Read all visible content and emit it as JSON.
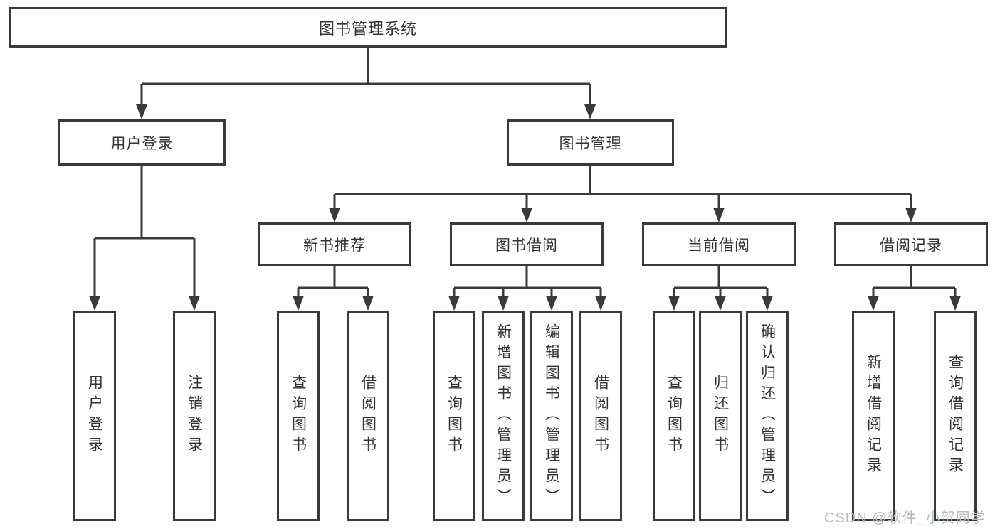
{
  "diagram": {
    "root": {
      "label": "图书管理系统"
    },
    "level2": [
      {
        "label": "用户登录",
        "children": [
          {
            "label": "用户登录"
          },
          {
            "label": "注销登录"
          }
        ]
      },
      {
        "label": "图书管理",
        "sections": [
          {
            "label": "新书推荐",
            "children": [
              {
                "label": "查询图书"
              },
              {
                "label": "借阅图书"
              }
            ]
          },
          {
            "label": "图书借阅",
            "children": [
              {
                "label": "查询图书"
              },
              {
                "label": "新增图书（管理员）"
              },
              {
                "label": "编辑图书（管理员）"
              },
              {
                "label": "借阅图书"
              }
            ]
          },
          {
            "label": "当前借阅",
            "children": [
              {
                "label": "查询图书"
              },
              {
                "label": "归还图书"
              },
              {
                "label": "确认归还（管理员）"
              }
            ]
          },
          {
            "label": "借阅记录",
            "children": [
              {
                "label": "新增借阅记录"
              },
              {
                "label": "查询借阅记录"
              }
            ]
          }
        ]
      }
    ],
    "line_color": "#3a3a3a"
  },
  "watermark": {
    "text": "CSDN @软件_小贺同学"
  }
}
